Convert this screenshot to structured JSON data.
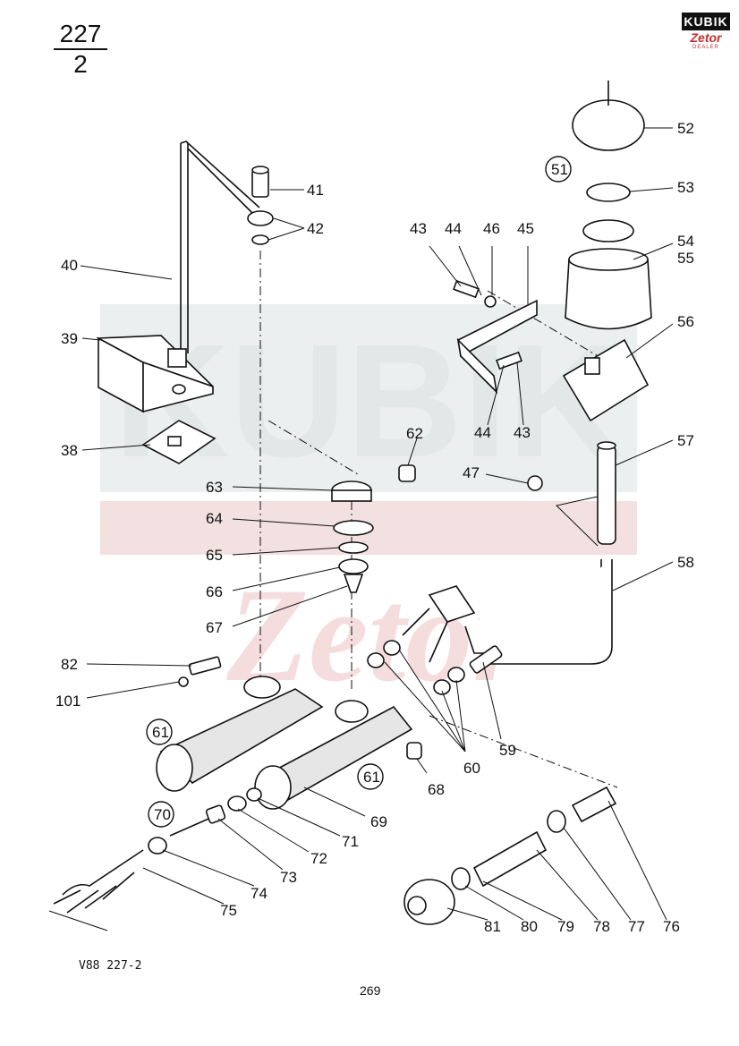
{
  "page_number": {
    "numerator": "227",
    "denominator": "2"
  },
  "logo": {
    "brand": "KUBIK",
    "sub": "Zetor",
    "tag": "DEALER"
  },
  "watermark": {
    "text": "KUBIK",
    "sub": "Zetor"
  },
  "drawing_code": "V88  227-2",
  "page_footer": "269",
  "labels": {
    "p38": "38",
    "p39": "39",
    "p40": "40",
    "p41": "41",
    "p42": "42",
    "p43a": "43",
    "p44a": "44",
    "p46": "46",
    "p45": "45",
    "p44b": "44",
    "p43b": "43",
    "p47": "47",
    "p51": "51",
    "p52": "52",
    "p53": "53",
    "p54": "54",
    "p55": "55",
    "p56": "56",
    "p57": "57",
    "p58": "58",
    "p59": "59",
    "p60": "60",
    "p61a": "61",
    "p61b": "61",
    "p62": "62",
    "p63": "63",
    "p64": "64",
    "p65": "65",
    "p66": "66",
    "p67": "67",
    "p68": "68",
    "p69": "69",
    "p70": "70",
    "p71": "71",
    "p72": "72",
    "p73": "73",
    "p74": "74",
    "p75": "75",
    "p76": "76",
    "p77": "77",
    "p78": "78",
    "p79": "79",
    "p80": "80",
    "p81": "81",
    "p82": "82",
    "p101": "101"
  }
}
